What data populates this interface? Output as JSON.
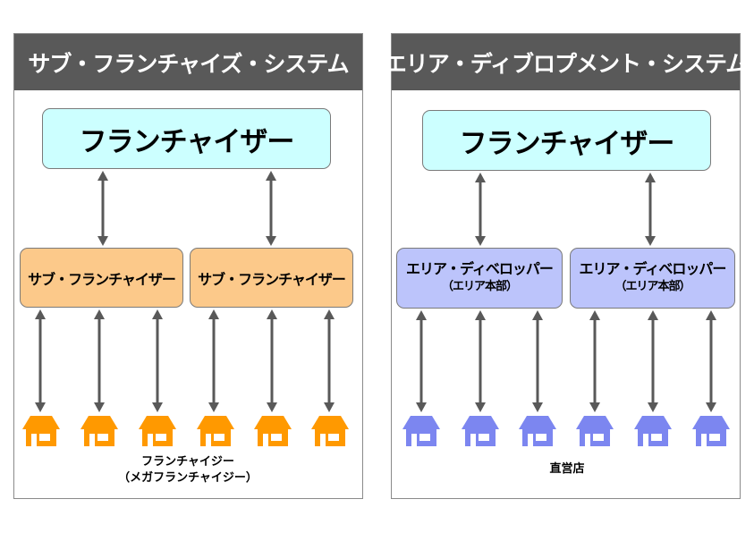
{
  "colors": {
    "header_bg": "#595959",
    "franchisor_box": "#ccffff",
    "sub_franchisor_box": "#fcc98a",
    "area_developer_box": "#bcc4fb",
    "franchisee_house": "#ff9900",
    "direct_store_house": "#7c86f0",
    "arrow": "#595959"
  },
  "left_panel": {
    "title": "サブ・フランチャイズ・システム",
    "franchisor": "フランチャイザー",
    "sub_franchisors": [
      "サブ・フランチャイザー",
      "サブ・フランチャイザー"
    ],
    "house_icon": "store-icon",
    "house_count": 6,
    "caption_line1": "フランチャイジー",
    "caption_line2": "（メガフランチャイジー）"
  },
  "right_panel": {
    "title": "エリア・ディブロプメント・システム",
    "franchisor": "フランチャイザー",
    "area_developers": [
      {
        "name": "エリア・ディベロッパー",
        "sub": "（エリア本部）"
      },
      {
        "name": "エリア・ディベロッパー",
        "sub": "（エリア本部）"
      }
    ],
    "house_icon": "store-icon",
    "house_count": 6,
    "caption": "直営店"
  }
}
